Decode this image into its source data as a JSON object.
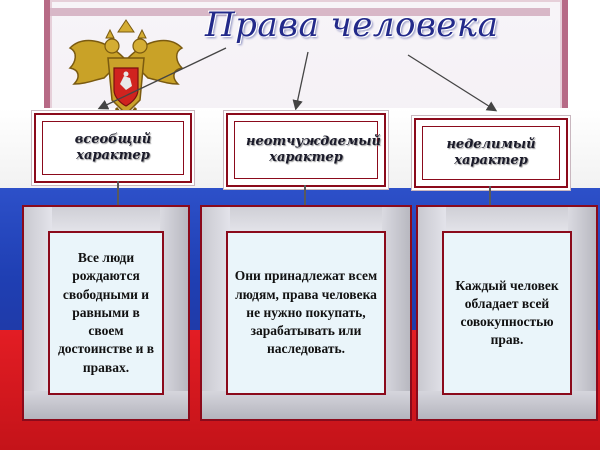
{
  "title": "Права человека",
  "categories": [
    {
      "label": "всеобщий характер"
    },
    {
      "label": "неотчуждаемый характер"
    },
    {
      "label": "неделимый характер"
    }
  ],
  "descriptions": [
    {
      "text": "Все люди рождаются свободными и равными в своем достоинстве и в правах."
    },
    {
      "text": "Они принадлежат всем людям, права человека не нужно покупать, зарабатывать или наследовать."
    },
    {
      "text": "Каждый человек обладает всей совокупностью прав."
    }
  ],
  "colors": {
    "title": "#232a8a",
    "border": "#8b0a1b",
    "panel": "#eaf5fa",
    "flag_blue": "#2646c2",
    "flag_red": "#d9191f"
  },
  "icons": {
    "emblem": "russian-coat-of-arms"
  }
}
